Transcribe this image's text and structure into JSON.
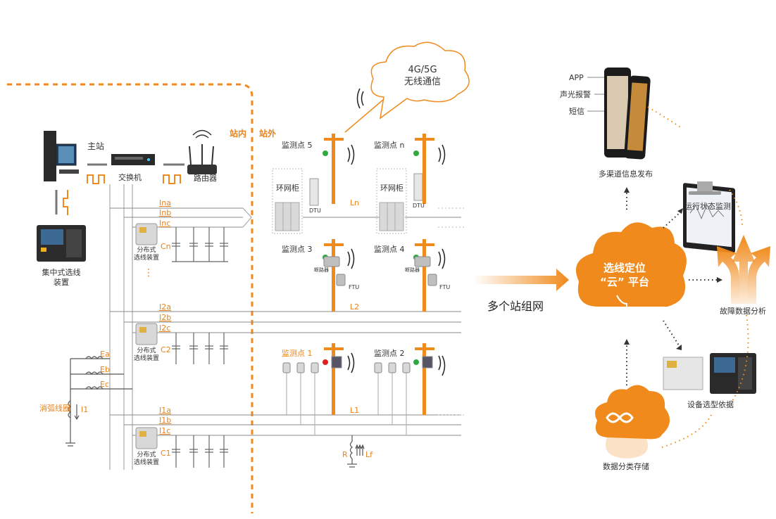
{
  "station": {
    "master_station": "主站",
    "switch": "交换机",
    "router": "路由器",
    "centralized_device": [
      "集中式选线",
      "装置"
    ],
    "inside_station": "站内",
    "outside_station": "站外",
    "distributed_device": [
      "分布式",
      "选线装置"
    ],
    "arc_coil": "消弧线圈",
    "arc_current": "I1",
    "phases": [
      "Ea",
      "Eb",
      "Ec"
    ],
    "ellipsis": "⋮"
  },
  "feeders": [
    {
      "line": "Ln",
      "currents": [
        "Ina",
        "Inb",
        "Inc"
      ],
      "cap": "Cn"
    },
    {
      "line": "L2",
      "currents": [
        "I2a",
        "I2b",
        "I2c"
      ],
      "cap": "C2"
    },
    {
      "line": "L1",
      "currents": [
        "I1a",
        "I1b",
        "I1c"
      ],
      "cap": "C1"
    }
  ],
  "field": {
    "cloud_text": [
      "4G/5G",
      "无线通信"
    ],
    "ring_cabinet": "环网柜",
    "dtu": "DTU",
    "ftu": "FTU",
    "breaker": "断路器",
    "points": [
      "监测点 5",
      "监测点 n",
      "监测点 3",
      "监测点 4",
      "监测点 1",
      "监测点 2"
    ],
    "fault_r": "R",
    "fault_lf": "Lf"
  },
  "network_label": "多个站组网",
  "platform": {
    "title": [
      "选线定位",
      "“云” 平台"
    ],
    "multichannel": "多渠道信息发布",
    "channels": [
      "APP",
      "声光报警",
      "短信"
    ],
    "status_monitor": "运行状态监测",
    "fault_analysis": "故障数据分析",
    "device_basis": "设备选型依据",
    "storage": "数据分类存储"
  },
  "colors": {
    "accent": "#f08a1c",
    "line": "#999999",
    "dark": "#333333"
  }
}
